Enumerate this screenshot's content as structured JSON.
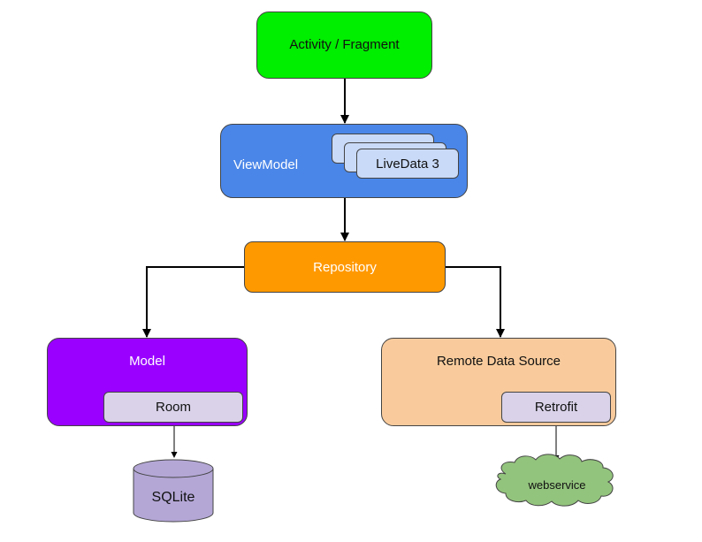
{
  "diagram": {
    "activity": "Activity / Fragment",
    "viewmodel": "ViewModel",
    "livedata": "LiveData 3",
    "repository": "Repository",
    "model": "Model",
    "room": "Room",
    "sqlite": "SQLite",
    "remote": "Remote Data Source",
    "retrofit": "Retrofit",
    "webservice": "webservice"
  },
  "colors": {
    "activity": "#00ee00",
    "viewmodel": "#4a86e8",
    "livedata": "#c9daf8",
    "repository": "#ff9900",
    "model": "#9900ff",
    "room": "#d9d2e9",
    "sqlite": "#b4a7d6",
    "remote": "#f9cb9c",
    "retrofit": "#d9d2e9",
    "webservice": "#93c47d"
  }
}
